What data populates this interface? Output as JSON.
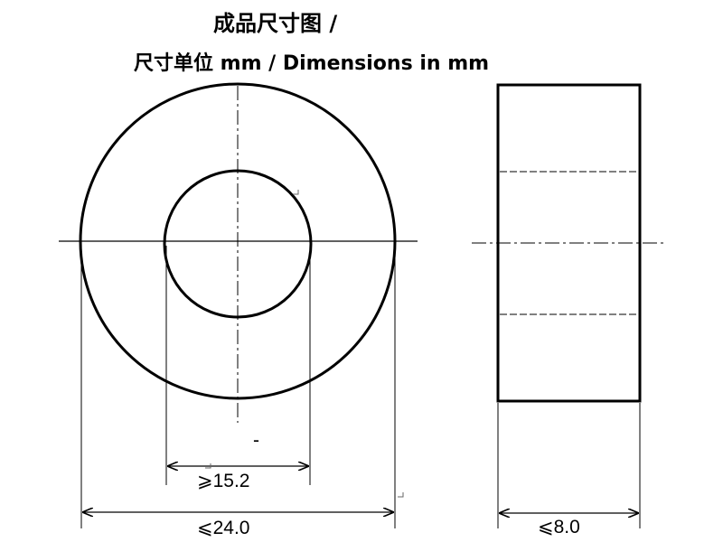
{
  "title": {
    "line1": "成品尺寸图 /",
    "line2": "尺寸单位 mm / Dimensions in mm"
  },
  "dimensions": {
    "inner_diameter": "⩾15.2",
    "outer_diameter": "⩽24.0",
    "height": "⩽8.0",
    "stray_mark": "-"
  },
  "colors": {
    "line": "#000000",
    "background": "#ffffff"
  }
}
